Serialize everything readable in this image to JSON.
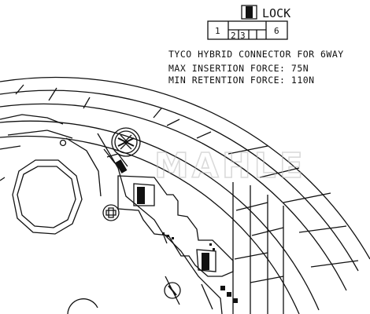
{
  "connector_key": {
    "lock_label": "LOCK",
    "pins": [
      "1",
      "2",
      "3",
      "6"
    ]
  },
  "notes": {
    "line1": "TYCO HYBRID CONNECTOR FOR 6WAY",
    "line2": "MAX INSERTION FORCE: 75N",
    "line3": "MIN RETENTION FORCE: 110N"
  },
  "watermark": {
    "text": "MAHLE"
  },
  "colors": {
    "line": "#111111",
    "background": "#ffffff",
    "watermark": "#bdbdbd"
  }
}
